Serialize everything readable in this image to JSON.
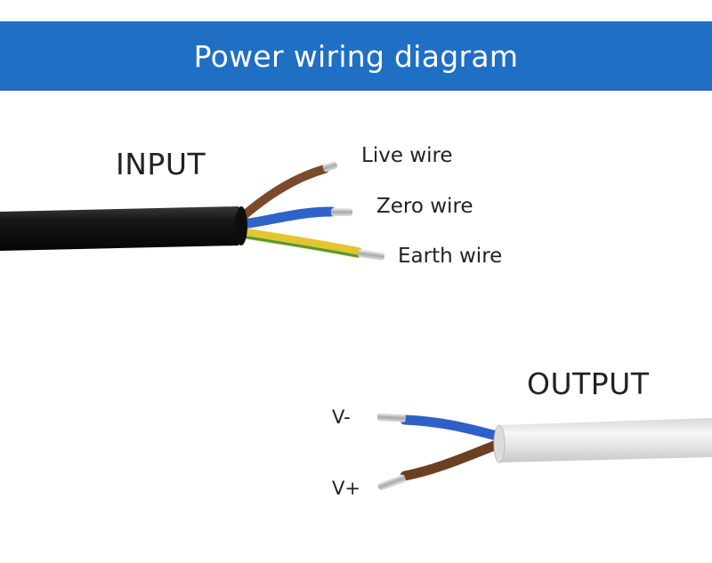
{
  "header": {
    "title": "Power wiring diagram"
  },
  "input": {
    "label": "INPUT",
    "wires": [
      {
        "label": "Live wire",
        "color": "#7a4a2a"
      },
      {
        "label": "Zero wire",
        "color": "#2f63c9"
      },
      {
        "label": "Earth wire",
        "color": "#e3c52f",
        "stripe": "#4e9a3a"
      }
    ],
    "cable_color": "#111111"
  },
  "output": {
    "label": "OUTPUT",
    "wires": [
      {
        "label": "V-",
        "color": "#2f5fc8"
      },
      {
        "label": "V+",
        "color": "#6b3f22"
      }
    ],
    "cable_color": "#ececec"
  },
  "colors": {
    "banner": "#1f6fc5",
    "text": "#222222"
  }
}
